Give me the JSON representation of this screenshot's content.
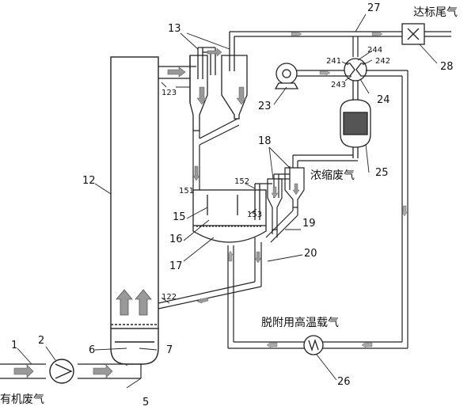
{
  "texts": {
    "tail_gas": "达标尾气",
    "organic_gas": "有机废气",
    "conc_gas": "浓缩废气",
    "desorb_gas": "脱附用高温载气"
  },
  "numbers": {
    "n1": "1",
    "n2": "2",
    "n5": "5",
    "n6": "6",
    "n7": "7",
    "n12": "12",
    "n13": "13",
    "n15": "15",
    "n16": "16",
    "n17": "17",
    "n18": "18",
    "n19": "19",
    "n20": "20",
    "n23": "23",
    "n24": "24",
    "n25": "25",
    "n26": "26",
    "n27": "27",
    "n28": "28",
    "n122": "122",
    "n123": "123",
    "n151": "151",
    "n152": "152",
    "n153": "153",
    "n241": "241",
    "n242": "242",
    "n243": "243",
    "n244": "244"
  }
}
